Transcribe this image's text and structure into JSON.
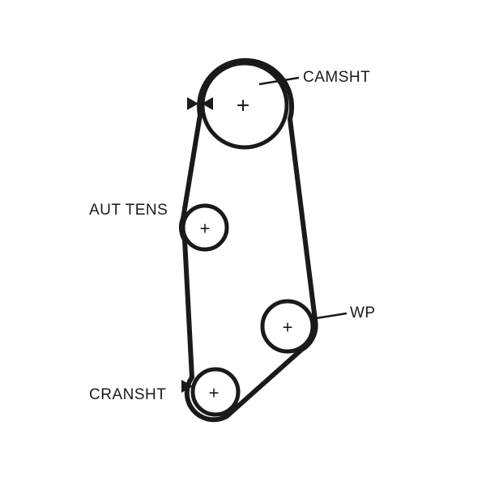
{
  "diagram": {
    "type": "timing-belt-routing",
    "belt_color": "#1a1a1a",
    "background_color": "#ffffff",
    "labels": {
      "camshaft": "CAMSHT",
      "tensioner": "AUT TENS",
      "water_pump": "WP",
      "crankshaft": "CRANSHT"
    },
    "center_marks": {
      "camshaft": "+",
      "tensioner": "+",
      "water_pump": "+",
      "crankshaft": "+"
    },
    "markers": {
      "camshaft_belt_pointer_left": "right-pointing-triangle",
      "camshaft_belt_pointer_right": "left-pointing-triangle",
      "crankshaft_belt_pointer": "right-pointing-triangle"
    }
  }
}
